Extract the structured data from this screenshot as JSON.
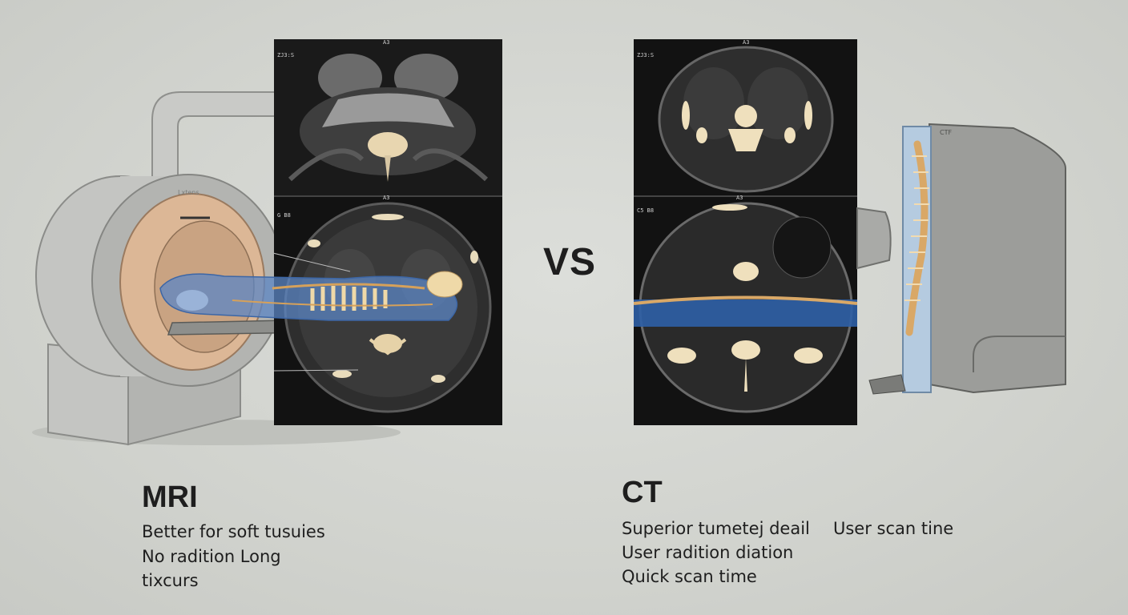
{
  "vs_label": "VS",
  "mri": {
    "title": "MRI",
    "lines": [
      "Better for soft tusuies",
      "No radition Long",
      "tixcurs"
    ],
    "scanner_badge": "Lxtens",
    "scan_labels": [
      "A3",
      "A3",
      "G B8"
    ]
  },
  "ct": {
    "title": "CT",
    "lines": [
      "Superior tumetej deail",
      "User  scan tine",
      "User radition diation",
      "Quick scan time"
    ],
    "scanner_badge": "CTF",
    "scan_labels": [
      "A3",
      "A3",
      "C5 B8"
    ]
  },
  "colors": {
    "background": "#d3d5d0",
    "scanner_gray": "#b9bab8",
    "bore_tan": "#dcb796",
    "body_blue": "#5b86c4",
    "bone_cream": "#efd9a8",
    "ct_band_blue": "#2d5fa6",
    "text": "#1e1e1e"
  }
}
